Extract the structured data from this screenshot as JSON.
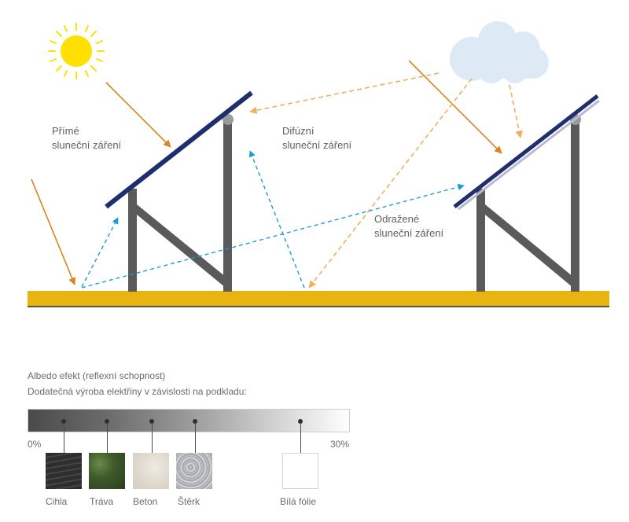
{
  "labels": {
    "direct": [
      "Přímé",
      "sluneční záření"
    ],
    "diffuse": [
      "Difúzní",
      "sluneční záření"
    ],
    "reflected": [
      "Odražené",
      "sluneční záření"
    ]
  },
  "albedo": {
    "title": "Albedo efekt (reflexní schopnost)",
    "subtitle": "Dodatečná výroba elektřiny v závislosti na podkladu:",
    "scale_min": "0%",
    "scale_max": "30%",
    "surfaces": [
      {
        "name": "Cihla"
      },
      {
        "name": "Tráva"
      },
      {
        "name": "Beton"
      },
      {
        "name": "Štěrk"
      },
      {
        "name": "Bílá fólie"
      }
    ]
  },
  "colors": {
    "ground": "#e8b40f",
    "panel": "#1f2f6e",
    "frame": "#5a5a5a",
    "direct_arrow": "#d9841f",
    "diffuse_arrow": "#f0b060",
    "reflected_arrow": "#1e9ad6",
    "sun": "#ffe000",
    "cloud": "#dde9f5"
  },
  "icons": [
    "sun-icon",
    "cloud-icon"
  ]
}
